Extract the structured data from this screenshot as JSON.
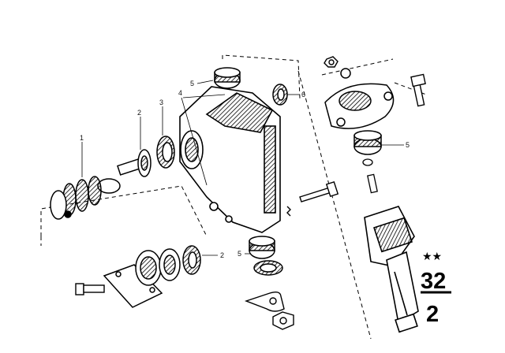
{
  "callouts": {
    "c1": "1",
    "c2a": "2",
    "c2b": "2",
    "c3": "3",
    "c4": "4",
    "c5a": "5",
    "c5b": "5",
    "c5c": "5",
    "c6": "6"
  },
  "group_badge": {
    "stars": "★★",
    "main_group": "32",
    "sub_group": "2"
  }
}
